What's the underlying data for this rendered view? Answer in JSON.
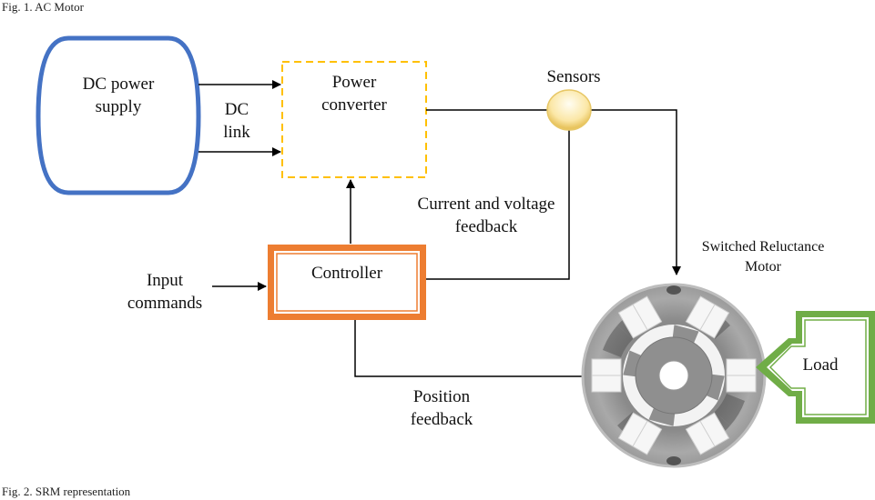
{
  "captions": {
    "fig1": "Fig. 1. AC Motor",
    "fig2": "Fig. 2. SRM representation"
  },
  "blocks": {
    "dc_supply": {
      "line1": "DC power",
      "line2": "supply",
      "color": "#4472c4"
    },
    "dc_link": {
      "line1": "DC",
      "line2": "link"
    },
    "power_converter": {
      "line1": "Power",
      "line2": "converter",
      "color": "#ffc000"
    },
    "sensors": {
      "label": "Sensors",
      "color": "#f5d67a"
    },
    "feedback_cv": {
      "line1": "Current and voltage",
      "line2": "feedback"
    },
    "controller": {
      "label": "Controller",
      "color": "#ed7d31"
    },
    "input_commands": {
      "line1": "Input",
      "line2": "commands"
    },
    "srm": {
      "line1": "Switched Reluctance",
      "line2": "Motor"
    },
    "position_feedback": {
      "line1": "Position",
      "line2": "feedback"
    },
    "load": {
      "label": "Load",
      "color": "#70ad47"
    }
  }
}
